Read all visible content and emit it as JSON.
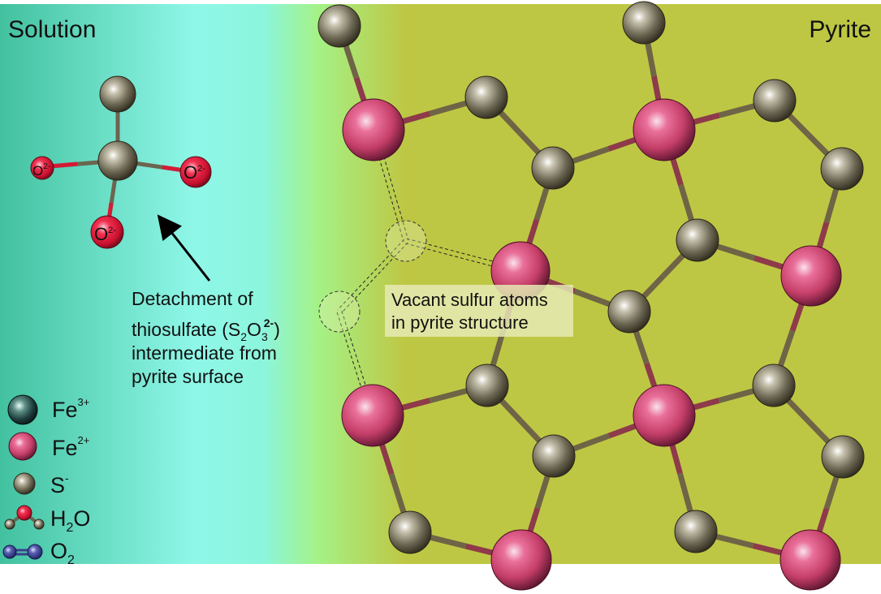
{
  "labels": {
    "solution": "Solution",
    "pyrite": "Pyrite",
    "detachment_line1": "Detachment of",
    "detachment_prefix": "thiosulfate (S",
    "detachment_sub1": "2",
    "detachment_o": "O",
    "detachment_sub2": "3",
    "detachment_sup": "2-",
    "detachment_close": ")",
    "detachment_line3": "intermediate from",
    "detachment_line4": "pyrite surface",
    "vacant_line1": "Vacant sulfur atoms",
    "vacant_line2": "in pyrite structure",
    "oxygen_label": "O",
    "oxygen_charge": "2-"
  },
  "legend": [
    {
      "symbol": "Fe",
      "sup": "3+",
      "sub": "",
      "icon": "fe3-sphere-icon"
    },
    {
      "symbol": "Fe",
      "sup": "2+",
      "sub": "",
      "icon": "fe2-sphere-icon"
    },
    {
      "symbol": "S",
      "sup": "-",
      "sub": "",
      "icon": "sulfur-sphere-icon"
    },
    {
      "symbol": "H",
      "sub": "2",
      "after": "O",
      "sup": "",
      "icon": "water-molecule-icon"
    },
    {
      "symbol": "O",
      "sub": "2",
      "sup": "",
      "icon": "oxygen-molecule-icon"
    }
  ],
  "colors": {
    "solution_gradient": [
      "#46c6a2",
      "#8ff5e6",
      "#a2f090",
      "#bfc644"
    ],
    "pyrite_bg": "#bfc644",
    "fe2": "#d23e6e",
    "fe3": "#1e4a4a",
    "sulfur": "#706a55",
    "oxygen": "#e8153a",
    "bond_s_s": "#6f6446",
    "bond_fe_s": "#8e3a4a",
    "o2_molecule": "#3a3f8c",
    "highlight_box": "#e6eab4"
  }
}
